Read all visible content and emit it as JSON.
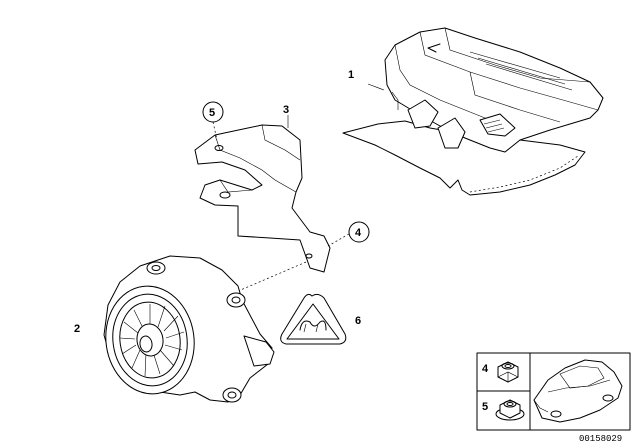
{
  "parts": {
    "p1": "1",
    "p2": "2",
    "p3": "3",
    "p4": "4",
    "p5": "5",
    "p6": "6"
  },
  "inset": {
    "row_top": "4",
    "row_bottom": "5"
  },
  "doc_number": "00158029"
}
